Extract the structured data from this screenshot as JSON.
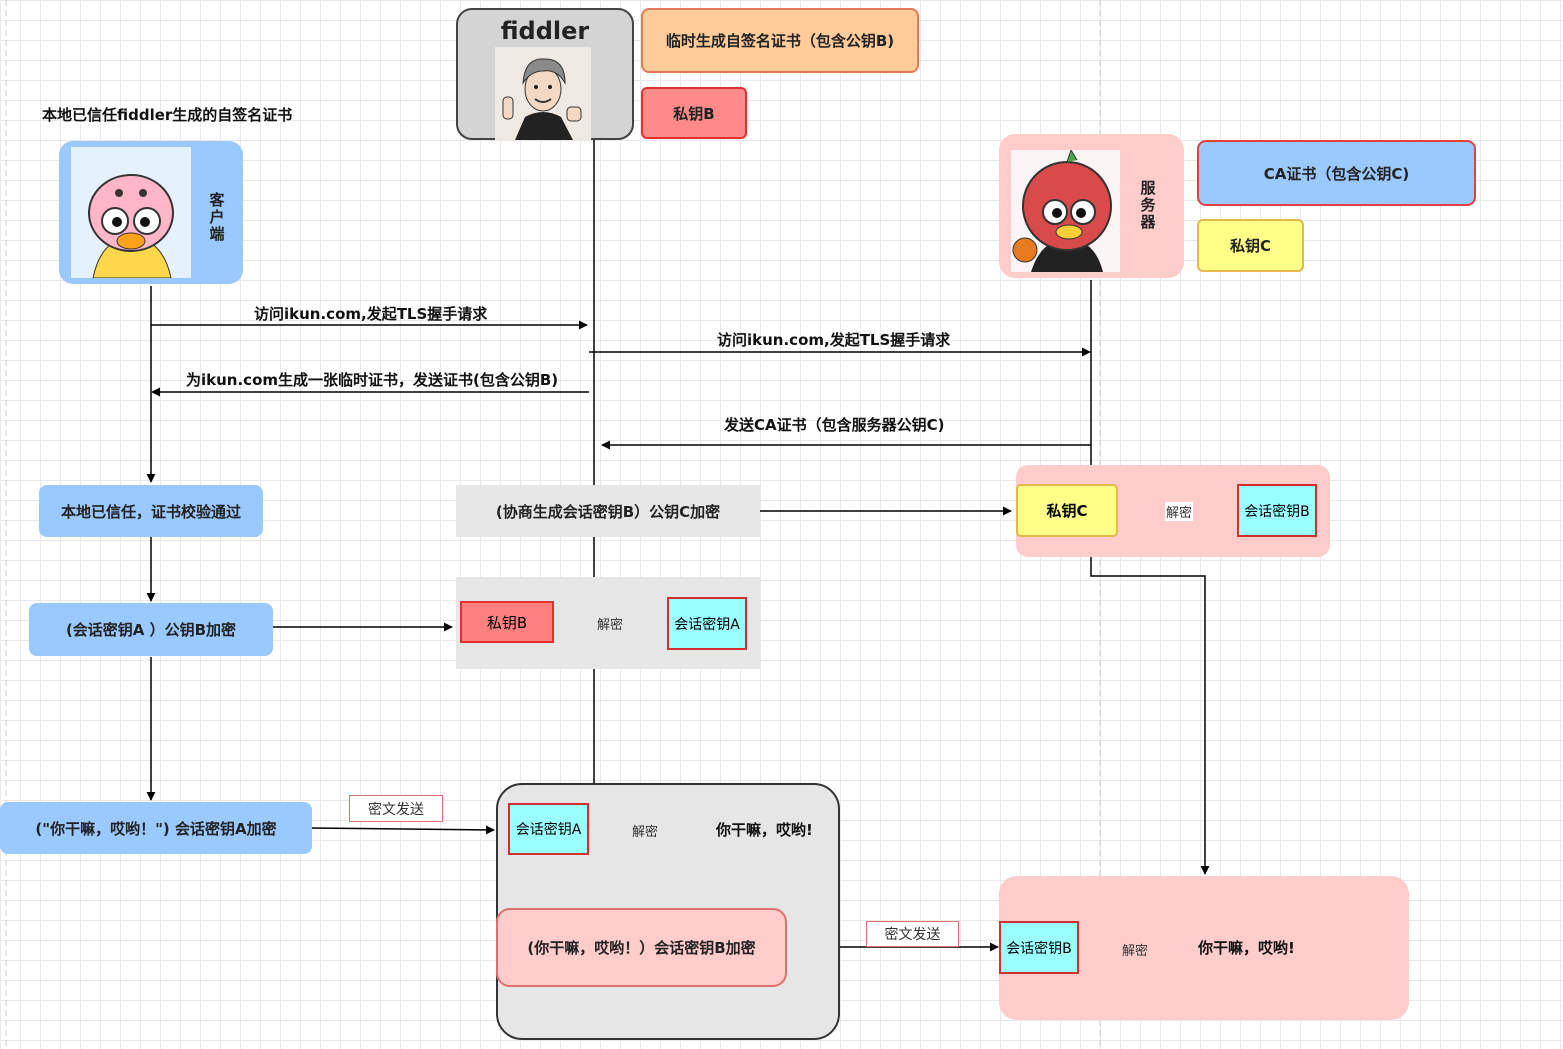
{
  "fiddler": {
    "title": "fiddler",
    "temp_cert": "临时生成自签名证书（包含公钥B)",
    "private_key_b": "私钥B"
  },
  "client": {
    "note": "本地已信任fiddler生成的自签名证书",
    "label": "客户端"
  },
  "server": {
    "label": "服务器",
    "ca_cert": "CA证书（包含公钥C)",
    "private_key_c": "私钥C"
  },
  "messages": {
    "m1": "访问ikun.com,发起TLS握手请求",
    "m2": "访问ikun.com,发起TLS握手请求",
    "m3": "为ikun.com生成一张临时证书，发送证书(包含公钥B)",
    "m4": "发送CA证书（包含服务器公钥C)"
  },
  "steps": {
    "verified": "本地已信任，证书校验通过",
    "negotiate": "(协商生成会话密钥B）公钥C加密",
    "client_encrypt": "(会话密钥A ）公钥B加密",
    "client_send": "(\"你干嘛，哎哟！\") 会话密钥A加密",
    "fiddler_send": "(你干嘛，哎哟！）会话密钥B加密"
  },
  "keys": {
    "private_c": "私钥C",
    "private_b": "私钥B",
    "session_b": "会话密钥B",
    "session_a": "会话密钥A"
  },
  "labels": {
    "decrypt": "解密",
    "ciphertext_send": "密文发送",
    "plaintext": "你干嘛，哎哟!"
  },
  "colors": {
    "client_blue": "#99c9ff",
    "server_pink": "#ffcccc",
    "key_red": "#ff8080",
    "key_cyan": "#99ffff",
    "key_yellow": "#ffff88",
    "cert_orange": "#ffcc99"
  }
}
